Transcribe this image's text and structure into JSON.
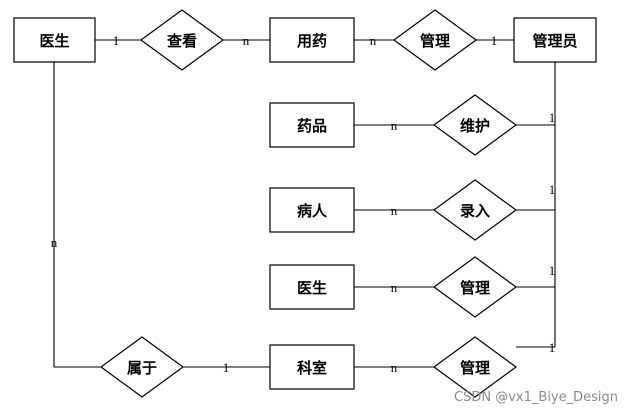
{
  "entities": {
    "doctor_main": "医生",
    "medication": "用药",
    "administrator": "管理员",
    "drug": "药品",
    "patient": "病人",
    "doctor_sub": "医生",
    "department": "科室"
  },
  "relationships": {
    "view": "查看",
    "manage_medication": "管理",
    "maintain": "维护",
    "record": "录入",
    "manage_doctor": "管理",
    "belongs_to": "属于",
    "manage_department": "管理"
  },
  "cardinalities": {
    "doctor_view": "1",
    "view_medication": "n",
    "medication_manage": "n",
    "manage_admin": "1",
    "drug_maintain": "n",
    "maintain_admin": "1",
    "patient_record": "n",
    "record_admin": "1",
    "doctorsub_manage": "n",
    "managedoc_admin": "1",
    "doctor_belongs": "n",
    "belongs_department": "1",
    "department_manage": "n",
    "managedept_admin": "1"
  },
  "watermark": "CSDN @vx1_Biye_Design"
}
